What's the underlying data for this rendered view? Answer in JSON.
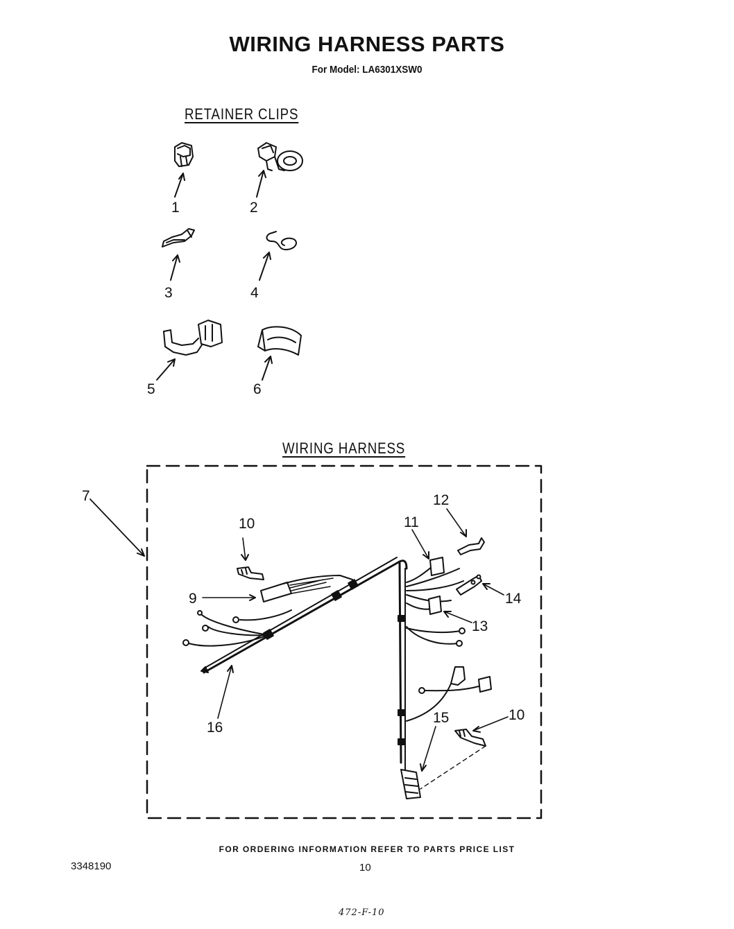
{
  "header": {
    "title": "WIRING HARNESS PARTS",
    "subtitle": "For Model: LA6301XSW0"
  },
  "sections": {
    "retainer_clips": "RETAINER CLIPS",
    "wiring_harness": "WIRING HARNESS"
  },
  "callouts": {
    "c1": "1",
    "c2": "2",
    "c3": "3",
    "c4": "4",
    "c5": "5",
    "c6": "6",
    "c7": "7",
    "c9": "9",
    "c10a": "10",
    "c10b": "10",
    "c11": "11",
    "c12": "12",
    "c13": "13",
    "c14": "14",
    "c15": "15",
    "c16": "16"
  },
  "footer": {
    "ordering_note": "FOR ORDERING INFORMATION REFER TO PARTS PRICE LIST",
    "doc_number": "3348190",
    "page_number": "10",
    "handwritten_ref": "472-F-10"
  }
}
